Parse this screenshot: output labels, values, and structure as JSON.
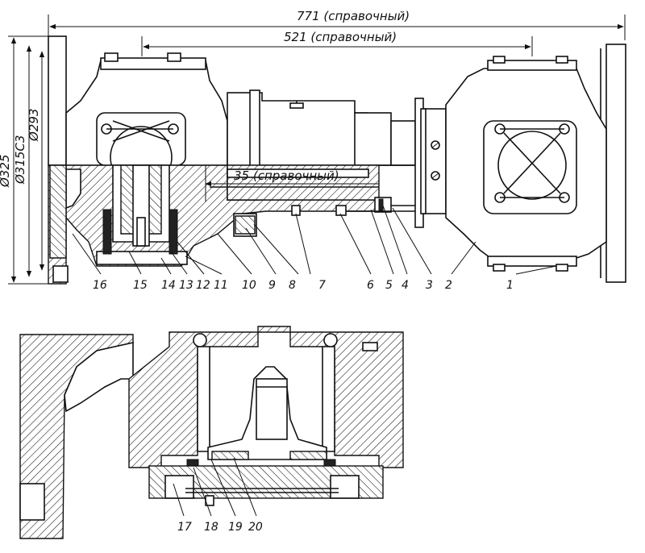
{
  "dimensions": {
    "overall_length": "771 (справочный)",
    "flange_spacing": "521 (справочный)",
    "offset": "35 (справочный)",
    "diameter_outer": "Ø325",
    "diameter_fit": "Ø315С3",
    "diameter_bolt": "Ø293"
  },
  "callouts_top": [
    "16",
    "15",
    "14",
    "13",
    "12",
    "11",
    "10",
    "9",
    "8",
    "7",
    "6",
    "5",
    "4",
    "3",
    "2",
    "1"
  ],
  "callouts_bottom": [
    "17",
    "18",
    "19",
    "20"
  ]
}
